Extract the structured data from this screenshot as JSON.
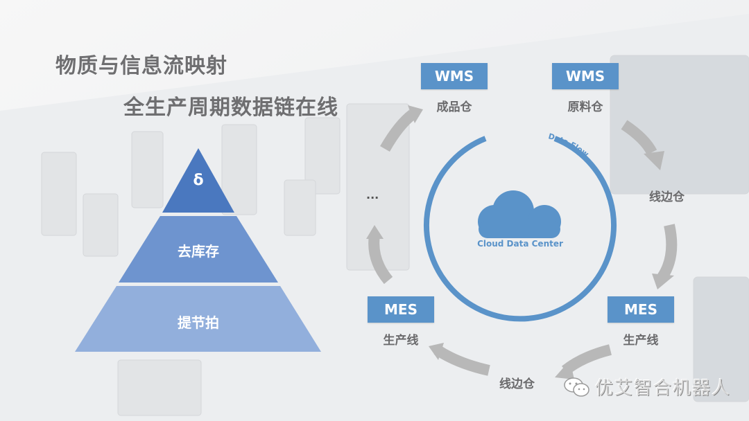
{
  "titles": {
    "main": "物质与信息流映射",
    "sub": "全生产周期数据链在线"
  },
  "pyramid": {
    "levels": [
      {
        "label": "δ",
        "color": "#4a78bf"
      },
      {
        "label": "去库存",
        "color": "#6e94cf"
      },
      {
        "label": "提节拍",
        "color": "#92afdc"
      }
    ]
  },
  "cycle": {
    "center_label": "Cloud Data Center",
    "ring_label": "Data Flow",
    "accent_color": "#5a93c9",
    "arrow_color": "#b8b8b8",
    "nodes": [
      {
        "system": "WMS",
        "label": "成品仓"
      },
      {
        "system": "WMS",
        "label": "原料仓"
      },
      {
        "system": "MES",
        "label": "生产线"
      },
      {
        "system": "MES",
        "label": "生产线"
      }
    ],
    "intermediate": {
      "right": "线边仓",
      "bottom": "线边仓",
      "left": "..."
    }
  },
  "watermark": {
    "icon": "wechat-icon",
    "text": "优艾智合机器人"
  }
}
